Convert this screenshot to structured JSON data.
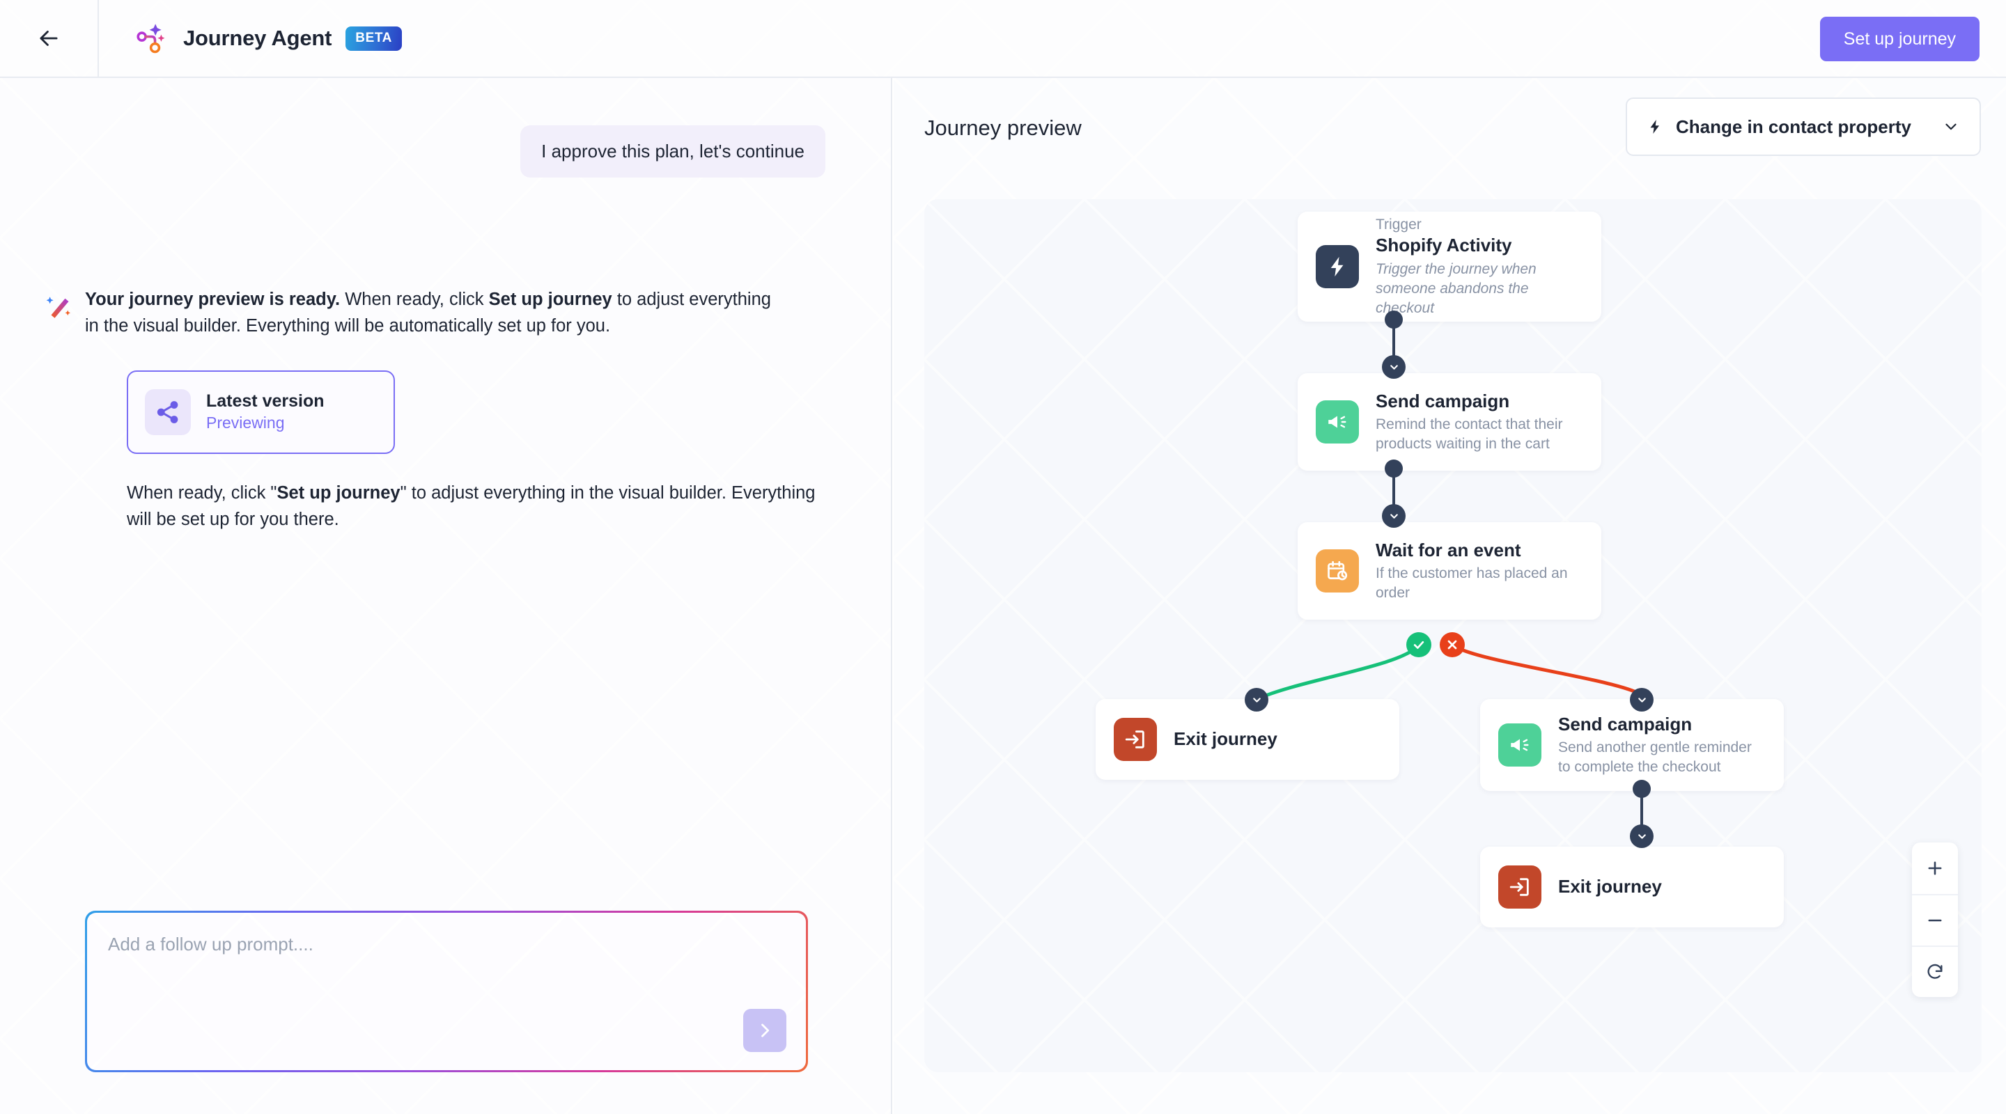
{
  "header": {
    "back_icon": "arrow-left-icon",
    "brand_logo_icon": "journey-agent-logo-icon",
    "title": "Journey Agent",
    "badge": "BETA",
    "primary_button": "Set up journey"
  },
  "chat": {
    "user_message": "I approve this plan, let's continue",
    "assistant_icon": "sparkle-wand-icon",
    "assistant_message_bold": "Your journey preview is ready.",
    "assistant_message_rest_a": " When ready, click ",
    "assistant_message_bold2": "Set up journey",
    "assistant_message_rest_b": " to adjust everything in the visual builder. Everything will be automatically set up for you.",
    "version_card": {
      "icon": "share-nodes-icon",
      "title": "Latest version",
      "status": "Previewing"
    },
    "closing_a": "When ready, click \"",
    "closing_bold": "Set up journey",
    "closing_b": "\" to adjust everything in the visual builder. Everything will be set up for you there.",
    "composer": {
      "placeholder": "Add a follow up prompt....",
      "value": "",
      "send_icon": "chevron-right-icon"
    }
  },
  "preview": {
    "title": "Journey preview",
    "trigger_select": {
      "icon": "lightning-bolt-icon",
      "label": "Change in contact property",
      "chevron": "chevron-down-icon"
    },
    "nodes": [
      {
        "id": "trigger",
        "kicker": "Trigger",
        "title": "Shopify Activity",
        "desc": "Trigger the journey when someone abandons the checkout",
        "icon": "lightning-bolt-icon",
        "icon_color": "#33415a"
      },
      {
        "id": "send-campaign-1",
        "kicker": "",
        "title": "Send campaign",
        "desc": "Remind the contact that their products waiting in the cart",
        "icon": "megaphone-icon",
        "icon_color": "#4ed198"
      },
      {
        "id": "wait-for-event",
        "kicker": "",
        "title": "Wait for an event",
        "desc": "If the customer has placed an order",
        "icon": "calendar-clock-icon",
        "icon_color": "#f5a84f"
      },
      {
        "id": "exit-journey-1",
        "kicker": "",
        "title": "Exit journey",
        "desc": "",
        "icon": "exit-arrow-icon",
        "icon_color": "#c2472a"
      },
      {
        "id": "send-campaign-2",
        "kicker": "",
        "title": "Send campaign",
        "desc": "Send another gentle reminder to complete the checkout",
        "icon": "megaphone-icon",
        "icon_color": "#4ed198"
      },
      {
        "id": "exit-journey-2",
        "kicker": "",
        "title": "Exit journey",
        "desc": "",
        "icon": "exit-arrow-icon",
        "icon_color": "#c2472a"
      }
    ],
    "branches": {
      "yes_icon": "check-icon",
      "yes_color": "#16c079",
      "no_icon": "close-icon",
      "no_color": "#e8401a"
    },
    "zoom_controls": {
      "zoom_in": "plus-icon",
      "zoom_out": "minus-icon",
      "reset": "refresh-icon"
    }
  },
  "colors": {
    "accent": "#7a6ef5",
    "dark": "#33415a",
    "muted": "#8892a4",
    "canvas": "#f6f8fc"
  }
}
